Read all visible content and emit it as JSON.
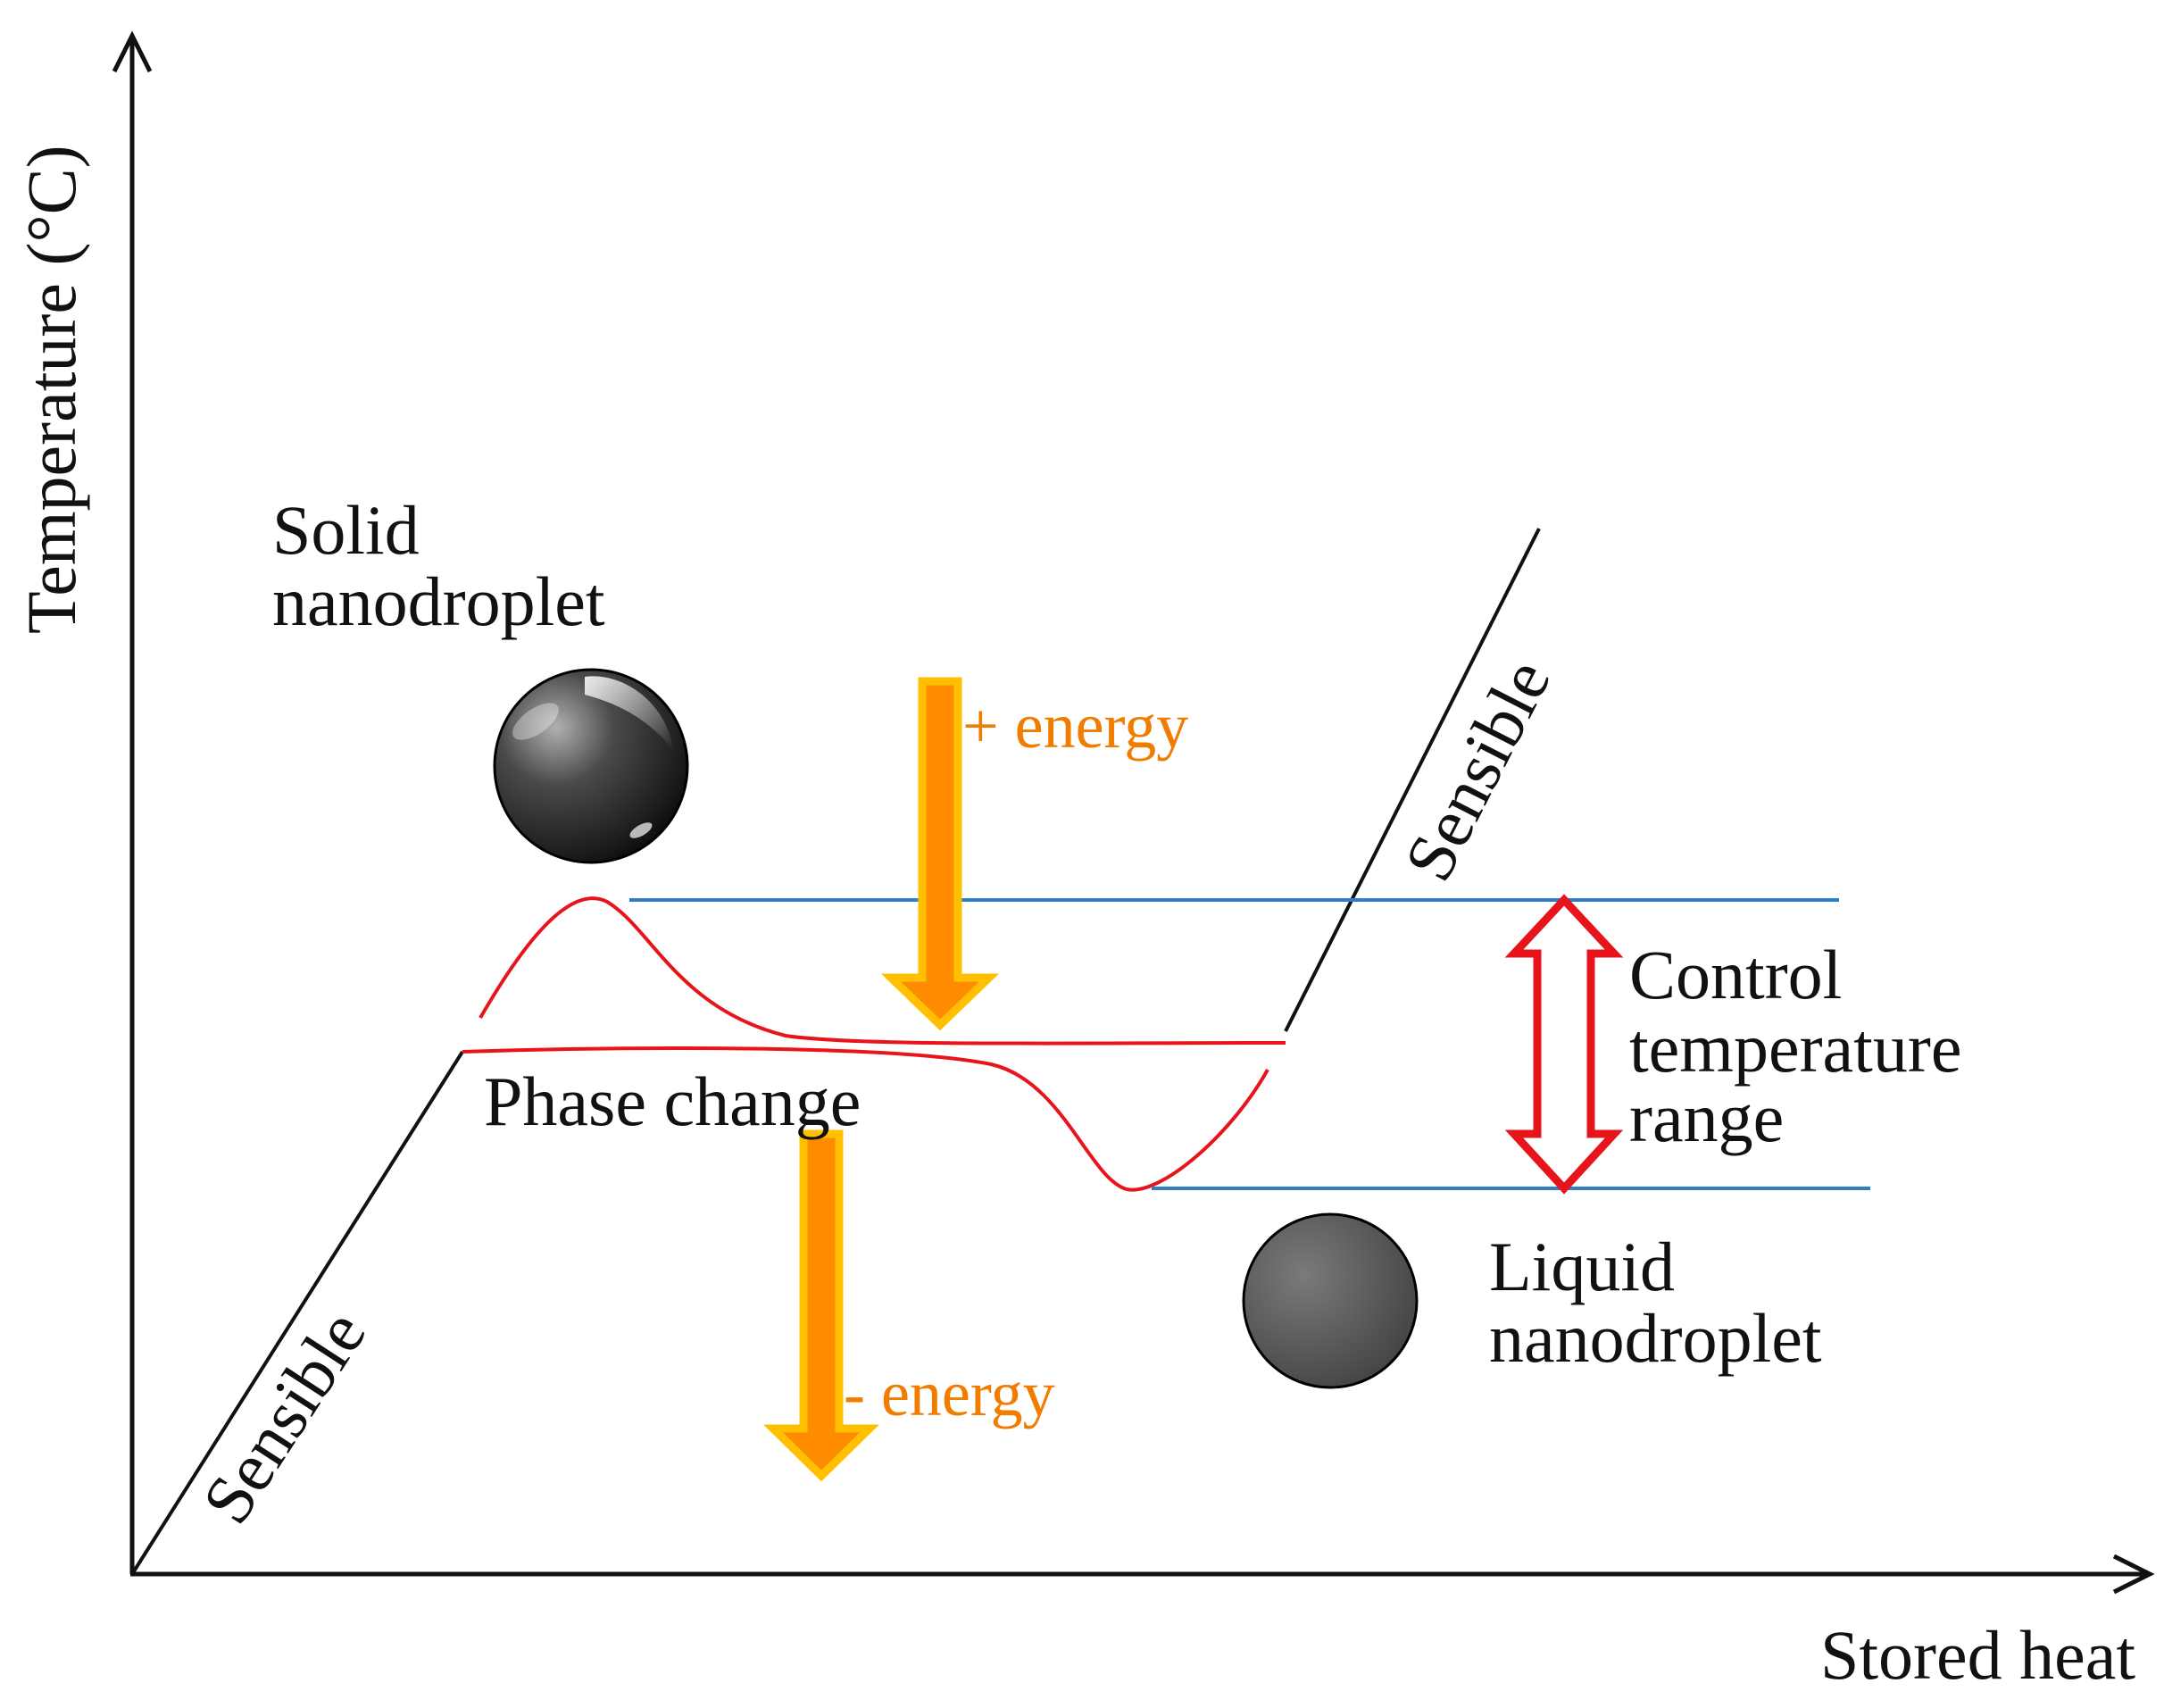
{
  "axes": {
    "y_label": "Temperature (°C)",
    "x_label": "Stored heat"
  },
  "labels": {
    "solid_line1": "Solid",
    "solid_line2": "nanodroplet",
    "liquid_line1": "Liquid",
    "liquid_line2": "nanodroplet",
    "phase_change": "Phase change",
    "sensible_low": "Sensible",
    "sensible_high": "Sensible",
    "energy_plus": "+ energy",
    "energy_minus": "- energy",
    "range_line1": "Control",
    "range_line2": "temperature",
    "range_line3": "range"
  },
  "colors": {
    "axis": "#111111",
    "heating_cooling_curve": "#e8141b",
    "range_lines": "#2e7fc4",
    "range_arrow": "#e8141b",
    "energy_arrow_fill": "#ff8c00",
    "energy_arrow_border": "#ffc000",
    "energy_text": "#f07c00"
  },
  "icons": {
    "solid": "glossy-sphere-icon",
    "liquid": "matte-sphere-icon"
  }
}
